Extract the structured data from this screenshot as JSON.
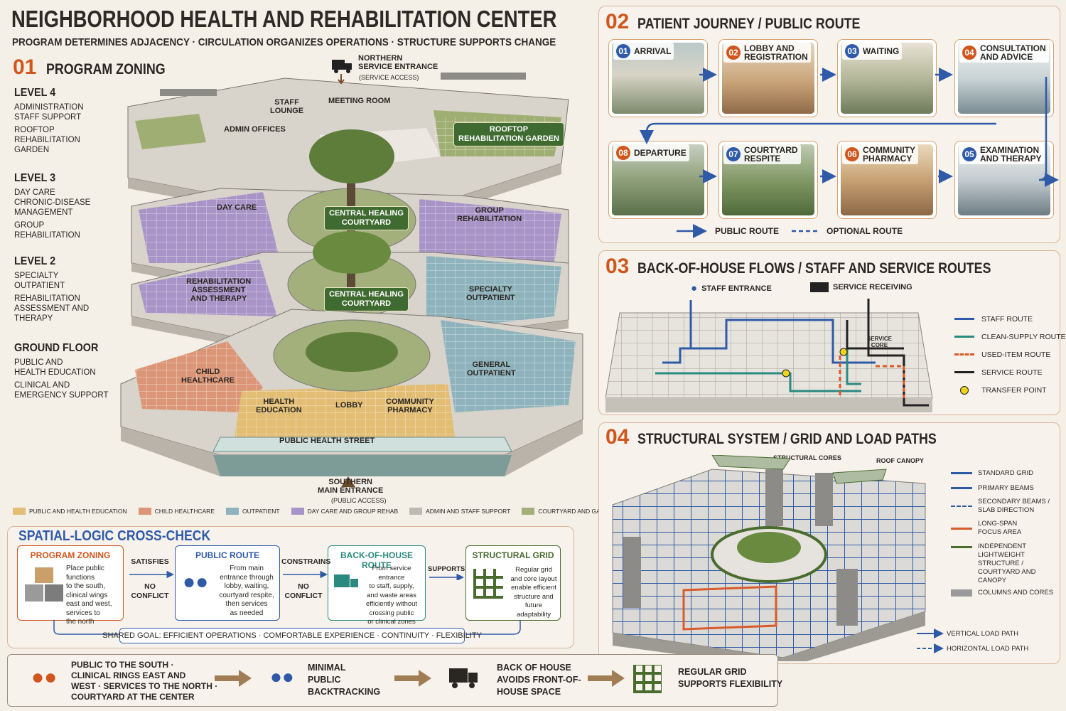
{
  "title": "NEIGHBORHOOD HEALTH AND REHABILITATION CENTER",
  "subtitle": "PROGRAM DETERMINES ADJACENCY · CIRCULATION ORGANIZES OPERATIONS · STRUCTURE SUPPORTS CHANGE",
  "s01": {
    "num": "01",
    "title": "PROGRAM ZONING",
    "levels": [
      {
        "name": "LEVEL 4",
        "items": [
          "ADMINISTRATION\nSTAFF SUPPORT",
          "ROOFTOP\nREHABILITATION\nGARDEN"
        ]
      },
      {
        "name": "LEVEL 3",
        "items": [
          "DAY CARE\nCHRONIC-DISEASE\nMANAGEMENT",
          "GROUP\nREHABILITATION"
        ]
      },
      {
        "name": "LEVEL 2",
        "items": [
          "SPECIALTY\nOUTPATIENT",
          "REHABILITATION\nASSESSMENT AND\nTHERAPY"
        ]
      },
      {
        "name": "GROUND FLOOR",
        "items": [
          "PUBLIC AND\nHEALTH EDUCATION",
          "CLINICAL AND\nEMERGENCY SUPPORT"
        ]
      }
    ],
    "labels": {
      "north": "NORTHERN\nSERVICE ENTRANCE",
      "north_sub": "(SERVICE ACCESS)",
      "staff_lounge": "STAFF\nLOUNGE",
      "meeting": "MEETING ROOM",
      "admin": "ADMIN OFFICES",
      "roof_garden": "ROOFTOP\nREHABILITATION GARDEN",
      "day_care": "DAY CARE",
      "courtyard": "CENTRAL HEALING\nCOURTYARD",
      "group_rehab": "GROUP\nREHABILITATION",
      "rehab": "REHABILITATION\nASSESSMENT\nAND THERAPY",
      "specialty": "SPECIALTY\nOUTPATIENT",
      "child": "CHILD\nHEALTHCARE",
      "general": "GENERAL\nOUTPATIENT",
      "health_ed": "HEALTH\nEDUCATION",
      "lobby": "LOBBY",
      "pharmacy": "COMMUNITY\nPHARMACY",
      "street": "PUBLIC HEALTH STREET",
      "south": "SOUTHERN\nMAIN ENTRANCE",
      "south_sub": "(PUBLIC ACCESS)"
    },
    "legend": [
      {
        "label": "PUBLIC AND HEALTH EDUCATION",
        "color": "#e2bd73"
      },
      {
        "label": "CHILD HEALTHCARE",
        "color": "#db9678"
      },
      {
        "label": "OUTPATIENT",
        "color": "#8fb3bd"
      },
      {
        "label": "DAY CARE AND GROUP REHAB",
        "color": "#a994c7"
      },
      {
        "label": "ADMIN AND STAFF SUPPORT",
        "color": "#bdbab3"
      },
      {
        "label": "COURTYARD AND GARDEN",
        "color": "#a4b07c"
      }
    ]
  },
  "s02": {
    "num": "02",
    "title": "PATIENT JOURNEY / PUBLIC ROUTE",
    "steps": [
      {
        "n": "01",
        "label": "ARRIVAL"
      },
      {
        "n": "02",
        "label": "LOBBY AND\nREGISTRATION"
      },
      {
        "n": "03",
        "label": "WAITING"
      },
      {
        "n": "04",
        "label": "CONSULTATION\nAND ADVICE"
      },
      {
        "n": "05",
        "label": "EXAMINATION\nAND THERAPY"
      },
      {
        "n": "06",
        "label": "COMMUNITY\nPHARMACY"
      },
      {
        "n": "07",
        "label": "COURTYARD\nRESPITE"
      },
      {
        "n": "08",
        "label": "DEPARTURE"
      }
    ],
    "legend_public": "PUBLIC ROUTE",
    "legend_optional": "OPTIONAL ROUTE"
  },
  "s03": {
    "num": "03",
    "title": "BACK-OF-HOUSE FLOWS / STAFF AND SERVICE ROUTES",
    "staff_entrance": "STAFF ENTRANCE",
    "service_receiving": "SERVICE RECEIVING",
    "service_core": "SERVICE\nCORE",
    "legend": [
      {
        "label": "STAFF ROUTE",
        "color": "#2f5aa8"
      },
      {
        "label": "CLEAN-SUPPLY ROUTE",
        "color": "#2a8a80"
      },
      {
        "label": "USED-ITEM ROUTE",
        "color": "#d95a2a"
      },
      {
        "label": "SERVICE ROUTE",
        "color": "#222222"
      },
      {
        "label": "TRANSFER POINT",
        "color": "#f2d21b"
      }
    ]
  },
  "s04": {
    "num": "04",
    "title": "STRUCTURAL SYSTEM / GRID AND LOAD PATHS",
    "cores": "STRUCTURAL CORES",
    "canopy": "ROOF CANOPY",
    "legend": [
      {
        "label": "STANDARD GRID",
        "color": "#2f5aa8"
      },
      {
        "label": "PRIMARY BEAMS",
        "color": "#2f5aa8"
      },
      {
        "label": "SECONDARY BEAMS /\nSLAB DIRECTION",
        "color": "#2f5aa8"
      },
      {
        "label": "LONG-SPAN\nFOCUS AREA",
        "color": "#d95a2a"
      },
      {
        "label": "INDEPENDENT\nLIGHTWEIGHT\nSTRUCTURE /\nCOURTYARD AND\nCANOPY",
        "color": "#4a6b2e"
      },
      {
        "label": "COLUMNS AND CORES",
        "color": "#9a9a9a"
      }
    ],
    "load_v": "VERTICAL LOAD PATH",
    "load_h": "HORIZONTAL LOAD PATH"
  },
  "cross": {
    "title": "SPATIAL-LOGIC CROSS-CHECK",
    "boxes": [
      {
        "title": "PROGRAM ZONING",
        "text": "Place public\nfunctions\nto the south,\nclinical wings\neast and west,\nservices to\nthe north",
        "color": "#d0561d"
      },
      {
        "title": "PUBLIC ROUTE",
        "text": "From main\nentrance through\nlobby, waiting,\ncourtyard respite,\nthen services\nas needed",
        "color": "#2f5aa8"
      },
      {
        "title": "BACK-OF-HOUSE ROUTE",
        "text": "From service entrance\nto staff, supply,\nand waste areas\nefficiently without\ncrossing public\nor clinical zones",
        "color": "#2a8a80"
      },
      {
        "title": "STRUCTURAL GRID",
        "text": "Regular grid\nand core layout\nenable efficient\nstructure and\nfuture adaptability",
        "color": "#4a6b2e"
      }
    ],
    "links": [
      {
        "verb": "SATISFIES",
        "result": "NO\nCONFLICT"
      },
      {
        "verb": "CONSTRAINS",
        "result": "NO\nCONFLICT"
      },
      {
        "verb": "SUPPORTS",
        "result": ""
      }
    ],
    "shared": "SHARED GOAL:  EFFICIENT OPERATIONS · COMFORTABLE EXPERIENCE · CONTINUITY · FLEXIBILITY"
  },
  "bottom": [
    {
      "text": "PUBLIC TO THE SOUTH ·\nCLINICAL RINGS EAST AND\nWEST · SERVICES TO THE NORTH ·\nCOURTYARD AT THE CENTER"
    },
    {
      "text": "MINIMAL\nPUBLIC\nBACKTRACKING"
    },
    {
      "text": "BACK OF HOUSE\nAVOIDS FRONT-OF-\nHOUSE SPACE"
    },
    {
      "text": "REGULAR GRID\nSUPPORTS FLEXIBILITY"
    }
  ]
}
